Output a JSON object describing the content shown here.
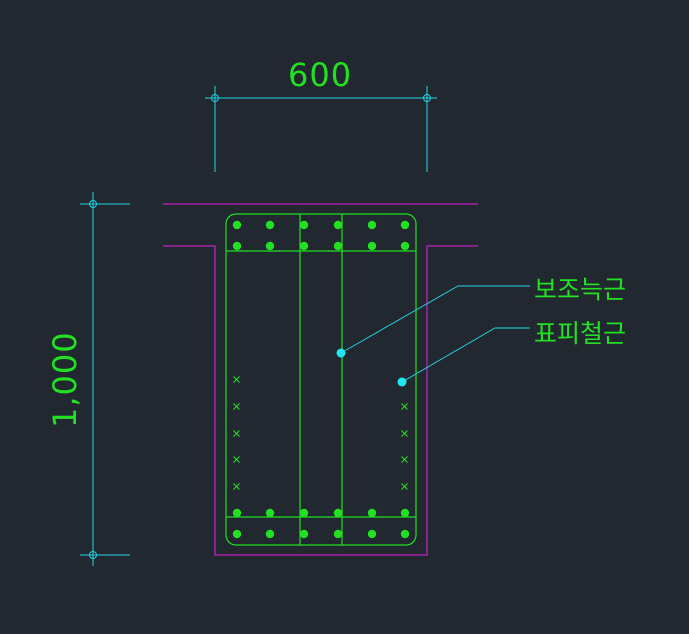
{
  "dimensions": {
    "width_label": "600",
    "height_label": "1,000"
  },
  "callouts": [
    {
      "label": "보조늑근"
    },
    {
      "label": "표피철근"
    }
  ],
  "colors": {
    "background": "#212830",
    "dimension_line": "#22d3e0",
    "concrete_outline": "#c020c0",
    "rebar": "#22e022",
    "leader": "#22d3e0"
  }
}
